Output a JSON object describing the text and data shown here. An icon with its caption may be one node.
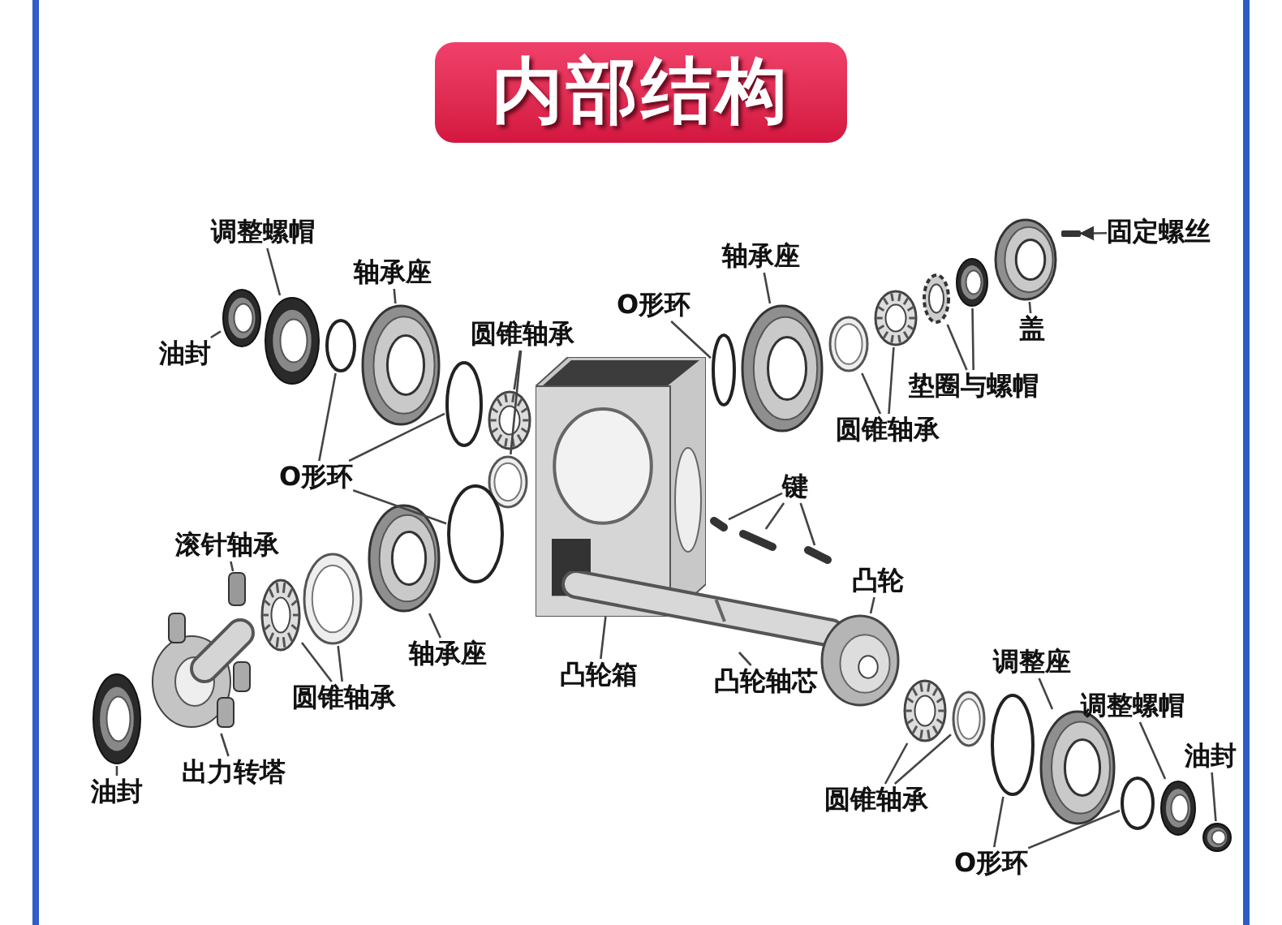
{
  "diagram": {
    "title": "内部结构",
    "nodes": [
      {
        "text": [
          "调整螺帽"
        ]
      },
      {
        "text": [
          "油封"
        ]
      },
      {
        "text": [
          "轴承座"
        ]
      },
      {
        "text": [
          "圆锥轴承"
        ]
      },
      {
        "text": [
          "O形环"
        ]
      },
      {
        "text": [
          "轴承座"
        ]
      },
      {
        "text": [
          "O形环"
        ]
      },
      {
        "text": [
          "固定螺丝"
        ]
      },
      {
        "text": [
          "盖"
        ]
      },
      {
        "text": [
          "垫圈与螺帽"
        ]
      },
      {
        "text": [
          "圆锥轴承"
        ]
      },
      {
        "text": [
          "键"
        ]
      },
      {
        "text": [
          "滚针轴承"
        ]
      },
      {
        "text": [
          "轴承座"
        ]
      },
      {
        "text": [
          "凸轮箱"
        ]
      },
      {
        "text": [
          "凸轮轴芯"
        ]
      },
      {
        "text": [
          "凸轮"
        ]
      },
      {
        "text": [
          "调整座"
        ]
      },
      {
        "text": [
          "圆锥轴承"
        ]
      },
      {
        "text": [
          "调整螺帽"
        ]
      },
      {
        "text": [
          "油封"
        ]
      },
      {
        "text": [
          "出力转塔"
        ]
      },
      {
        "text": [
          "油封"
        ]
      },
      {
        "text": [
          "圆锥轴承"
        ]
      },
      {
        "text": [
          "O形环"
        ]
      },
      {
        "text": [],
        "shape": "circle"
      },
      {
        "text": [],
        "shape": "circle"
      },
      {
        "text": [],
        "shape": "circle"
      },
      {
        "text": [],
        "shape": "circle"
      },
      {
        "text": [],
        "shape": "circle"
      },
      {
        "text": [],
        "shape": "cylinder"
      },
      {
        "text": [],
        "shape": "circle"
      },
      {
        "text": [],
        "shape": "box"
      },
      {
        "text": [],
        "shape": "circle"
      },
      {
        "text": [],
        "shape": "circle"
      },
      {
        "text": [],
        "shape": "circle"
      },
      {
        "text": [],
        "shape": "cylinder"
      },
      {
        "text": [],
        "shape": "circle"
      },
      {
        "text": [],
        "shape": "circle"
      },
      {
        "text": [],
        "shape": "circle"
      },
      {
        "text": [],
        "shape": "bar"
      },
      {
        "text": [],
        "shape": "circle"
      },
      {
        "text": [],
        "shape": "circle"
      },
      {
        "text": [],
        "shape": "circle"
      },
      {
        "text": [],
        "shape": "cylinder"
      },
      {
        "text": [],
        "shape": "bar"
      },
      {
        "text": [],
        "shape": "picture"
      },
      {
        "text": [],
        "shape": "circle"
      },
      {
        "text": [],
        "shape": "bar"
      },
      {
        "text": [],
        "shape": "bar"
      },
      {
        "text": [],
        "shape": "bar"
      },
      {
        "text": [],
        "shape": "bar"
      },
      {
        "text": [],
        "shape": "circle"
      },
      {
        "text": [],
        "shape": "cylinder"
      },
      {
        "text": [],
        "shape": "circle"
      },
      {
        "text": [],
        "shape": "circle"
      },
      {
        "text": [],
        "shape": "circle"
      },
      {
        "text": [],
        "shape": "circle"
      },
      {
        "text": [],
        "shape": "circle"
      },
      {
        "text": [],
        "shape": "circle"
      }
    ],
    "edges": [
      {
        "from": 0,
        "to": 26,
        "arrow": "none"
      },
      {
        "from": 1,
        "to": 25,
        "arrow": "none"
      },
      {
        "from": 2,
        "to": 28,
        "arrow": "none"
      },
      {
        "from": 3,
        "to": 30,
        "arrow": "none"
      },
      {
        "from": 3,
        "to": 31,
        "arrow": "none"
      },
      {
        "from": 4,
        "to": 27,
        "arrow": "none"
      },
      {
        "from": 4,
        "to": 29,
        "arrow": "none"
      },
      {
        "from": 4,
        "to": 41,
        "arrow": "none"
      },
      {
        "from": 5,
        "to": 34,
        "arrow": "none"
      },
      {
        "from": 6,
        "to": 33,
        "arrow": "none"
      },
      {
        "from": 7,
        "to": 40,
        "arrow": "to"
      },
      {
        "from": 8,
        "to": 39,
        "arrow": "none"
      },
      {
        "from": 9,
        "to": 37,
        "arrow": "none"
      },
      {
        "from": 9,
        "to": 38,
        "arrow": "none"
      },
      {
        "from": 10,
        "to": 35,
        "arrow": "none"
      },
      {
        "from": 10,
        "to": 36,
        "arrow": "none"
      },
      {
        "from": 11,
        "to": 49,
        "arrow": "none"
      },
      {
        "from": 11,
        "to": 50,
        "arrow": "none"
      },
      {
        "from": 11,
        "to": 51,
        "arrow": "none"
      },
      {
        "from": 12,
        "to": 45,
        "arrow": "none"
      },
      {
        "from": 13,
        "to": 42,
        "arrow": "none"
      },
      {
        "from": 14,
        "to": 32,
        "arrow": "none"
      },
      {
        "from": 15,
        "to": 48,
        "arrow": "none"
      },
      {
        "from": 16,
        "to": 52,
        "arrow": "none"
      },
      {
        "from": 17,
        "to": 56,
        "arrow": "none"
      },
      {
        "from": 18,
        "to": 43,
        "arrow": "none"
      },
      {
        "from": 18,
        "to": 44,
        "arrow": "none"
      },
      {
        "from": 19,
        "to": 58,
        "arrow": "none"
      },
      {
        "from": 20,
        "to": 59,
        "arrow": "none"
      },
      {
        "from": 21,
        "to": 46,
        "arrow": "none"
      },
      {
        "from": 22,
        "to": 47,
        "arrow": "none"
      },
      {
        "from": 23,
        "to": 53,
        "arrow": "none"
      },
      {
        "from": 23,
        "to": 54,
        "arrow": "none"
      },
      {
        "from": 24,
        "to": 55,
        "arrow": "none"
      },
      {
        "from": 24,
        "to": 57,
        "arrow": "none"
      }
    ]
  }
}
